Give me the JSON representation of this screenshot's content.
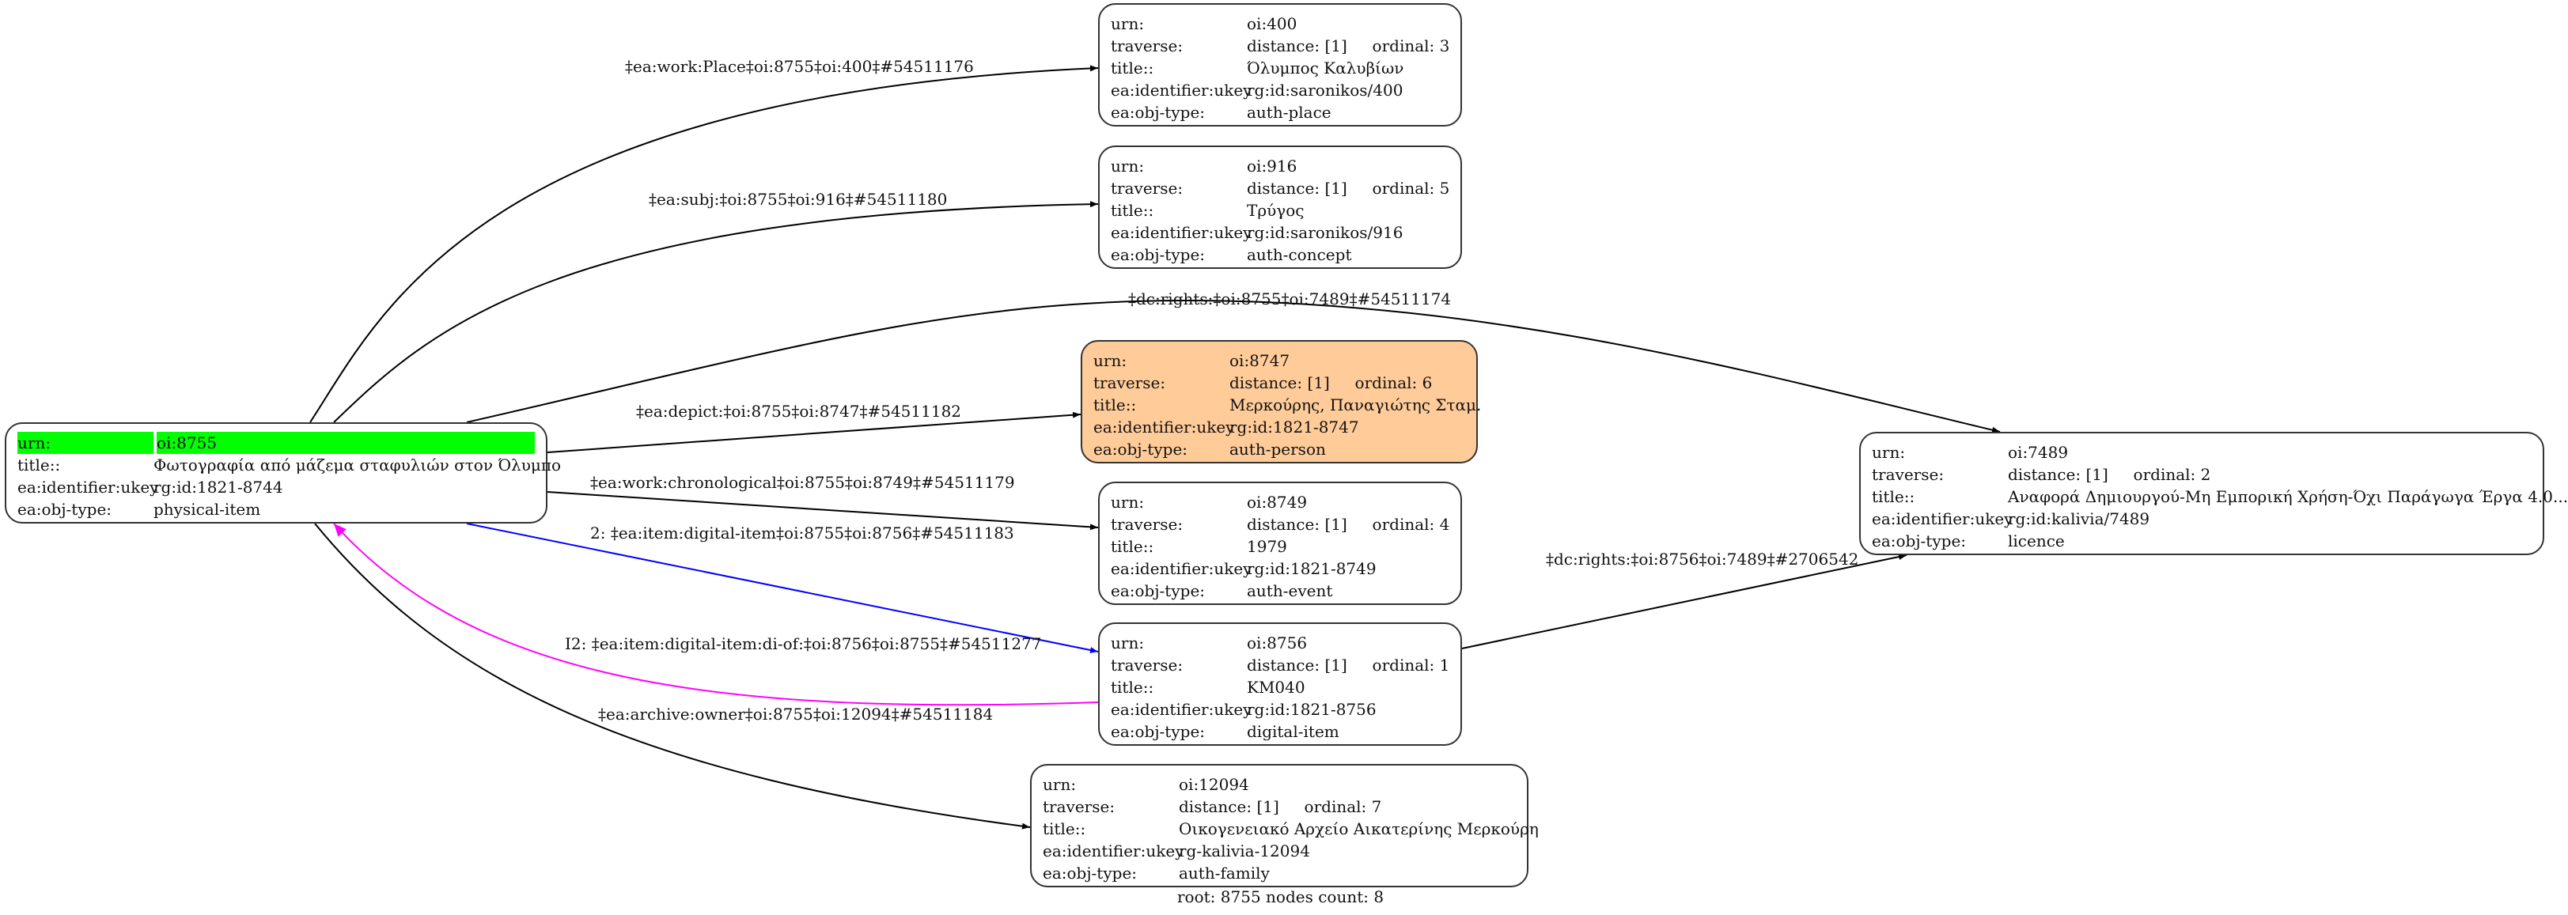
{
  "graph": {
    "root_id": "n8755",
    "footer": "root: 8755 nodes count: 8",
    "colors": {
      "edge_default": "#000000",
      "edge_item": "#0000ff",
      "edge_inverse": "#ff00ff",
      "root_highlight": "#00ff00",
      "person_fill": "#ffcc99"
    },
    "nodes": [
      {
        "id": "n8755",
        "root": true,
        "rows": [
          {
            "k": "urn:",
            "v": "oi:8755"
          },
          {
            "k": "title::",
            "v": "Φωτογραφία από μάζεμα σταφυλιών στον Όλυμπο"
          },
          {
            "k": "ea:identifier:ukey",
            "v": "rg:id:1821-8744"
          },
          {
            "k": "ea:obj-type:",
            "v": "physical-item"
          }
        ]
      },
      {
        "id": "n400",
        "rows": [
          {
            "k": "urn:",
            "v": "oi:400"
          },
          {
            "k": "traverse:",
            "v": "distance: [1]     ordinal: 3"
          },
          {
            "k": "title::",
            "v": "Όλυμπος Καλυβίων"
          },
          {
            "k": "ea:identifier:ukey",
            "v": "rg:id:saronikos/400"
          },
          {
            "k": "ea:obj-type:",
            "v": "auth-place"
          }
        ]
      },
      {
        "id": "n916",
        "rows": [
          {
            "k": "urn:",
            "v": "oi:916"
          },
          {
            "k": "traverse:",
            "v": "distance: [1]     ordinal: 5"
          },
          {
            "k": "title::",
            "v": "Τρύγος"
          },
          {
            "k": "ea:identifier:ukey",
            "v": "rg:id:saronikos/916"
          },
          {
            "k": "ea:obj-type:",
            "v": "auth-concept"
          }
        ]
      },
      {
        "id": "n8747",
        "highlight": true,
        "rows": [
          {
            "k": "urn:",
            "v": "oi:8747"
          },
          {
            "k": "traverse:",
            "v": "distance: [1]     ordinal: 6"
          },
          {
            "k": "title::",
            "v": "Μερκούρης, Παναγιώτης Σταμ."
          },
          {
            "k": "ea:identifier:ukey",
            "v": "rg:id:1821-8747"
          },
          {
            "k": "ea:obj-type:",
            "v": "auth-person"
          }
        ]
      },
      {
        "id": "n8749",
        "rows": [
          {
            "k": "urn:",
            "v": "oi:8749"
          },
          {
            "k": "traverse:",
            "v": "distance: [1]     ordinal: 4"
          },
          {
            "k": "title::",
            "v": "1979"
          },
          {
            "k": "ea:identifier:ukey",
            "v": "rg:id:1821-8749"
          },
          {
            "k": "ea:obj-type:",
            "v": "auth-event"
          }
        ]
      },
      {
        "id": "n8756",
        "rows": [
          {
            "k": "urn:",
            "v": "oi:8756"
          },
          {
            "k": "traverse:",
            "v": "distance: [1]     ordinal: 1"
          },
          {
            "k": "title::",
            "v": "KM040"
          },
          {
            "k": "ea:identifier:ukey",
            "v": "rg:id:1821-8756"
          },
          {
            "k": "ea:obj-type:",
            "v": "digital-item"
          }
        ]
      },
      {
        "id": "n12094",
        "rows": [
          {
            "k": "urn:",
            "v": "oi:12094"
          },
          {
            "k": "traverse:",
            "v": "distance: [1]     ordinal: 7"
          },
          {
            "k": "title::",
            "v": "Οικογενειακό Αρχείο Αικατερίνης Μερκούρη"
          },
          {
            "k": "ea:identifier:ukey",
            "v": "rg-kalivia-12094"
          },
          {
            "k": "ea:obj-type:",
            "v": "auth-family"
          }
        ]
      },
      {
        "id": "n7489",
        "rows": [
          {
            "k": "urn:",
            "v": "oi:7489"
          },
          {
            "k": "traverse:",
            "v": "distance: [1]     ordinal: 2"
          },
          {
            "k": "title::",
            "v": "Αναφορά Δημιουργού-Μη Εμπορική Χρήση-Όχι Παράγωγα Έργα 4.0..."
          },
          {
            "k": "ea:identifier:ukey",
            "v": "rg:id:kalivia/7489"
          },
          {
            "k": "ea:obj-type:",
            "v": "licence"
          }
        ]
      }
    ],
    "edges": [
      {
        "id": "e-place",
        "from": "n8755",
        "to": "n400",
        "kind": "default",
        "label": "‡ea:work:Place‡oi:8755‡oi:400‡#54511176"
      },
      {
        "id": "e-subj",
        "from": "n8755",
        "to": "n916",
        "kind": "default",
        "label": "‡ea:subj:‡oi:8755‡oi:916‡#54511180"
      },
      {
        "id": "e-rights-root",
        "from": "n8755",
        "to": "n7489",
        "kind": "default",
        "label": "‡dc:rights:‡oi:8755‡oi:7489‡#54511174"
      },
      {
        "id": "e-depict",
        "from": "n8755",
        "to": "n8747",
        "kind": "default",
        "label": "‡ea:depict:‡oi:8755‡oi:8747‡#54511182"
      },
      {
        "id": "e-chrono",
        "from": "n8755",
        "to": "n8749",
        "kind": "default",
        "label": "‡ea:work:chronological‡oi:8755‡oi:8749‡#54511179"
      },
      {
        "id": "e-digital",
        "from": "n8755",
        "to": "n8756",
        "kind": "item",
        "label": "2: ‡ea:item:digital-item‡oi:8755‡oi:8756‡#54511183"
      },
      {
        "id": "e-di-of",
        "from": "n8756",
        "to": "n8755",
        "kind": "inverse",
        "label": "I2: ‡ea:item:digital-item:di-of:‡oi:8756‡oi:8755‡#54511277"
      },
      {
        "id": "e-owner",
        "from": "n8755",
        "to": "n12094",
        "kind": "default",
        "label": "‡ea:archive:owner‡oi:8755‡oi:12094‡#54511184"
      },
      {
        "id": "e-rights-di",
        "from": "n8756",
        "to": "n7489",
        "kind": "default",
        "label": "‡dc:rights:‡oi:8756‡oi:7489‡#2706542"
      }
    ]
  }
}
